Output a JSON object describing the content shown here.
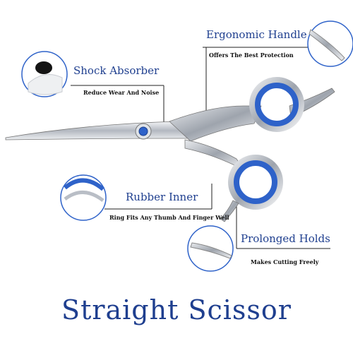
{
  "colors": {
    "accent": "#1f3f8f",
    "ring": "#2e62c9",
    "steel": "#b9bec6",
    "line": "#222222"
  },
  "features": {
    "shock": {
      "title": "Shock Absorber",
      "sub": "Reduce Wear And Noise",
      "icon": "rubber-bumper-icon"
    },
    "handle": {
      "title": "Ergonomic Handle",
      "sub": "Offers The Best Protection",
      "icon": "handle-tang-icon"
    },
    "rubber": {
      "title": "Rubber Inner",
      "sub": "Ring Fits Any Thumb And Finger Well",
      "icon": "rubber-ring-icon"
    },
    "holds": {
      "title": "Prolonged Holds",
      "sub": "Makes Cutting Freely",
      "icon": "finger-rest-icon"
    }
  },
  "product": {
    "title": "Straight Scissor"
  }
}
